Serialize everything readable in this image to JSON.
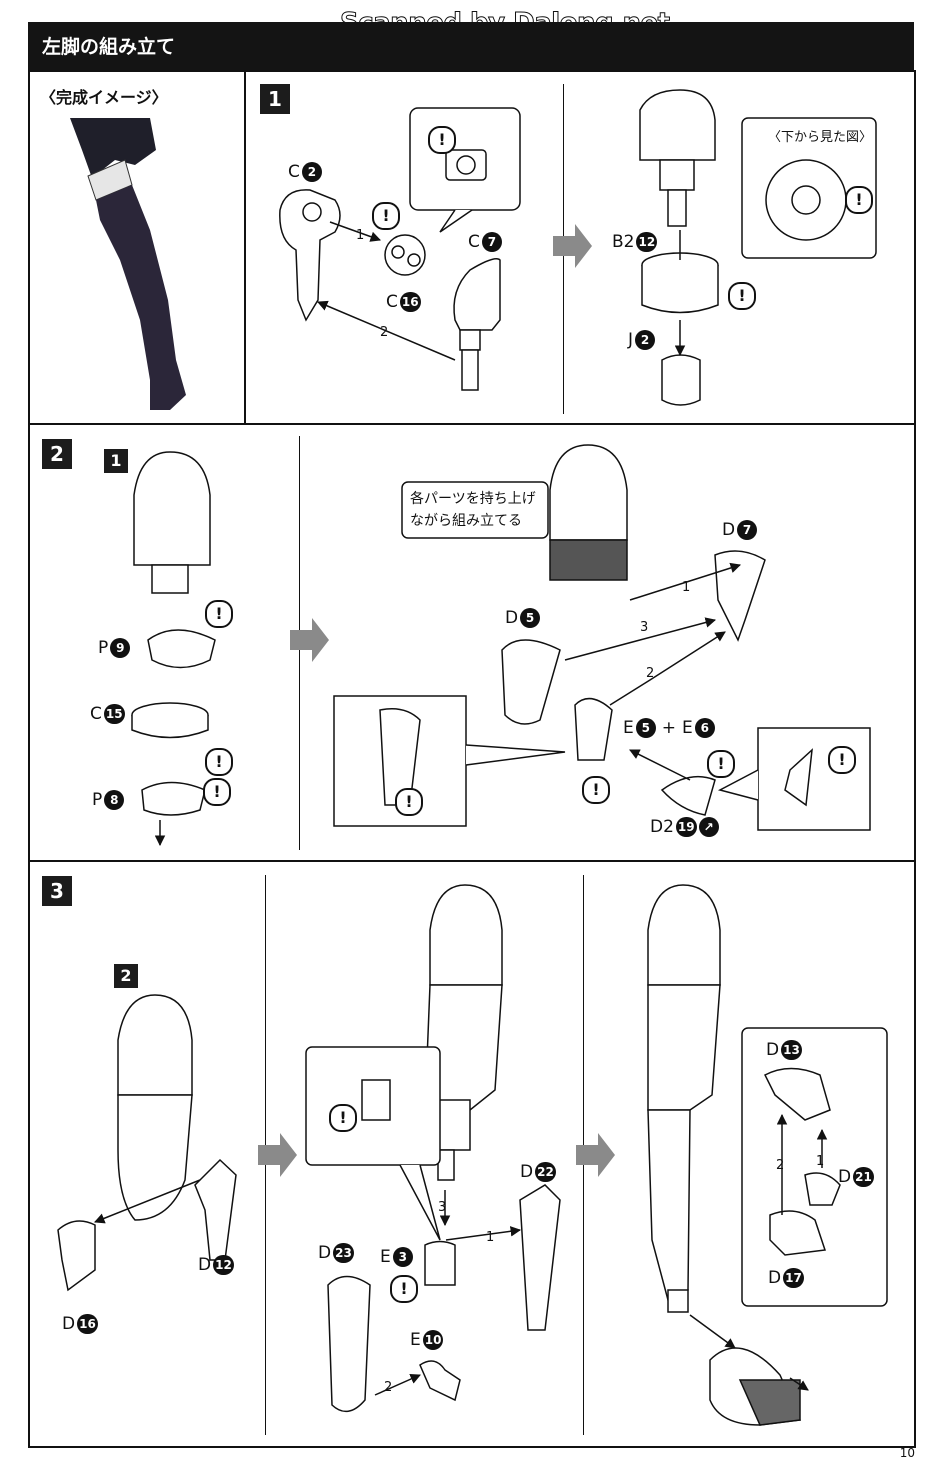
{
  "watermark": "Scanned by Dalong.net",
  "header": {
    "title": "左脚の組み立て"
  },
  "preview": {
    "label": "〈完成イメージ〉"
  },
  "steps": [
    {
      "number": "1"
    },
    {
      "number": "2"
    },
    {
      "number": "3"
    }
  ],
  "sub_refs": {
    "s2_ref": "1",
    "s3_ref": "2"
  },
  "parts": {
    "c2": {
      "letter": "C",
      "num": "2"
    },
    "c16": {
      "letter": "C",
      "num": "16"
    },
    "c7": {
      "letter": "C",
      "num": "7"
    },
    "b2_12": {
      "letter": "B2",
      "num": "12"
    },
    "j2": {
      "letter": "J",
      "num": "2"
    },
    "p9": {
      "letter": "P",
      "num": "9"
    },
    "c15": {
      "letter": "C",
      "num": "15"
    },
    "p8": {
      "letter": "P",
      "num": "8"
    },
    "d7": {
      "letter": "D",
      "num": "7"
    },
    "d5": {
      "letter": "D",
      "num": "5"
    },
    "e5": {
      "letter": "E",
      "num": "5"
    },
    "e6": {
      "letter": "E",
      "num": "6"
    },
    "plus": "+",
    "d2_19": {
      "letter": "D2",
      "num": "19"
    },
    "d12": {
      "letter": "D",
      "num": "12"
    },
    "d16": {
      "letter": "D",
      "num": "16"
    },
    "d22": {
      "letter": "D",
      "num": "22"
    },
    "d23": {
      "letter": "D",
      "num": "23"
    },
    "e3": {
      "letter": "E",
      "num": "3"
    },
    "e10": {
      "letter": "E",
      "num": "10"
    },
    "d13": {
      "letter": "D",
      "num": "13"
    },
    "d21": {
      "letter": "D",
      "num": "21"
    },
    "d17": {
      "letter": "D",
      "num": "17"
    }
  },
  "callouts": {
    "bottom_view": "〈下から見た図〉",
    "lift_note": "各パーツを持ち上げながら組み立てる"
  },
  "order_marks": [
    "1",
    "2",
    "3"
  ],
  "caution_mark": "!",
  "page_number": "10"
}
